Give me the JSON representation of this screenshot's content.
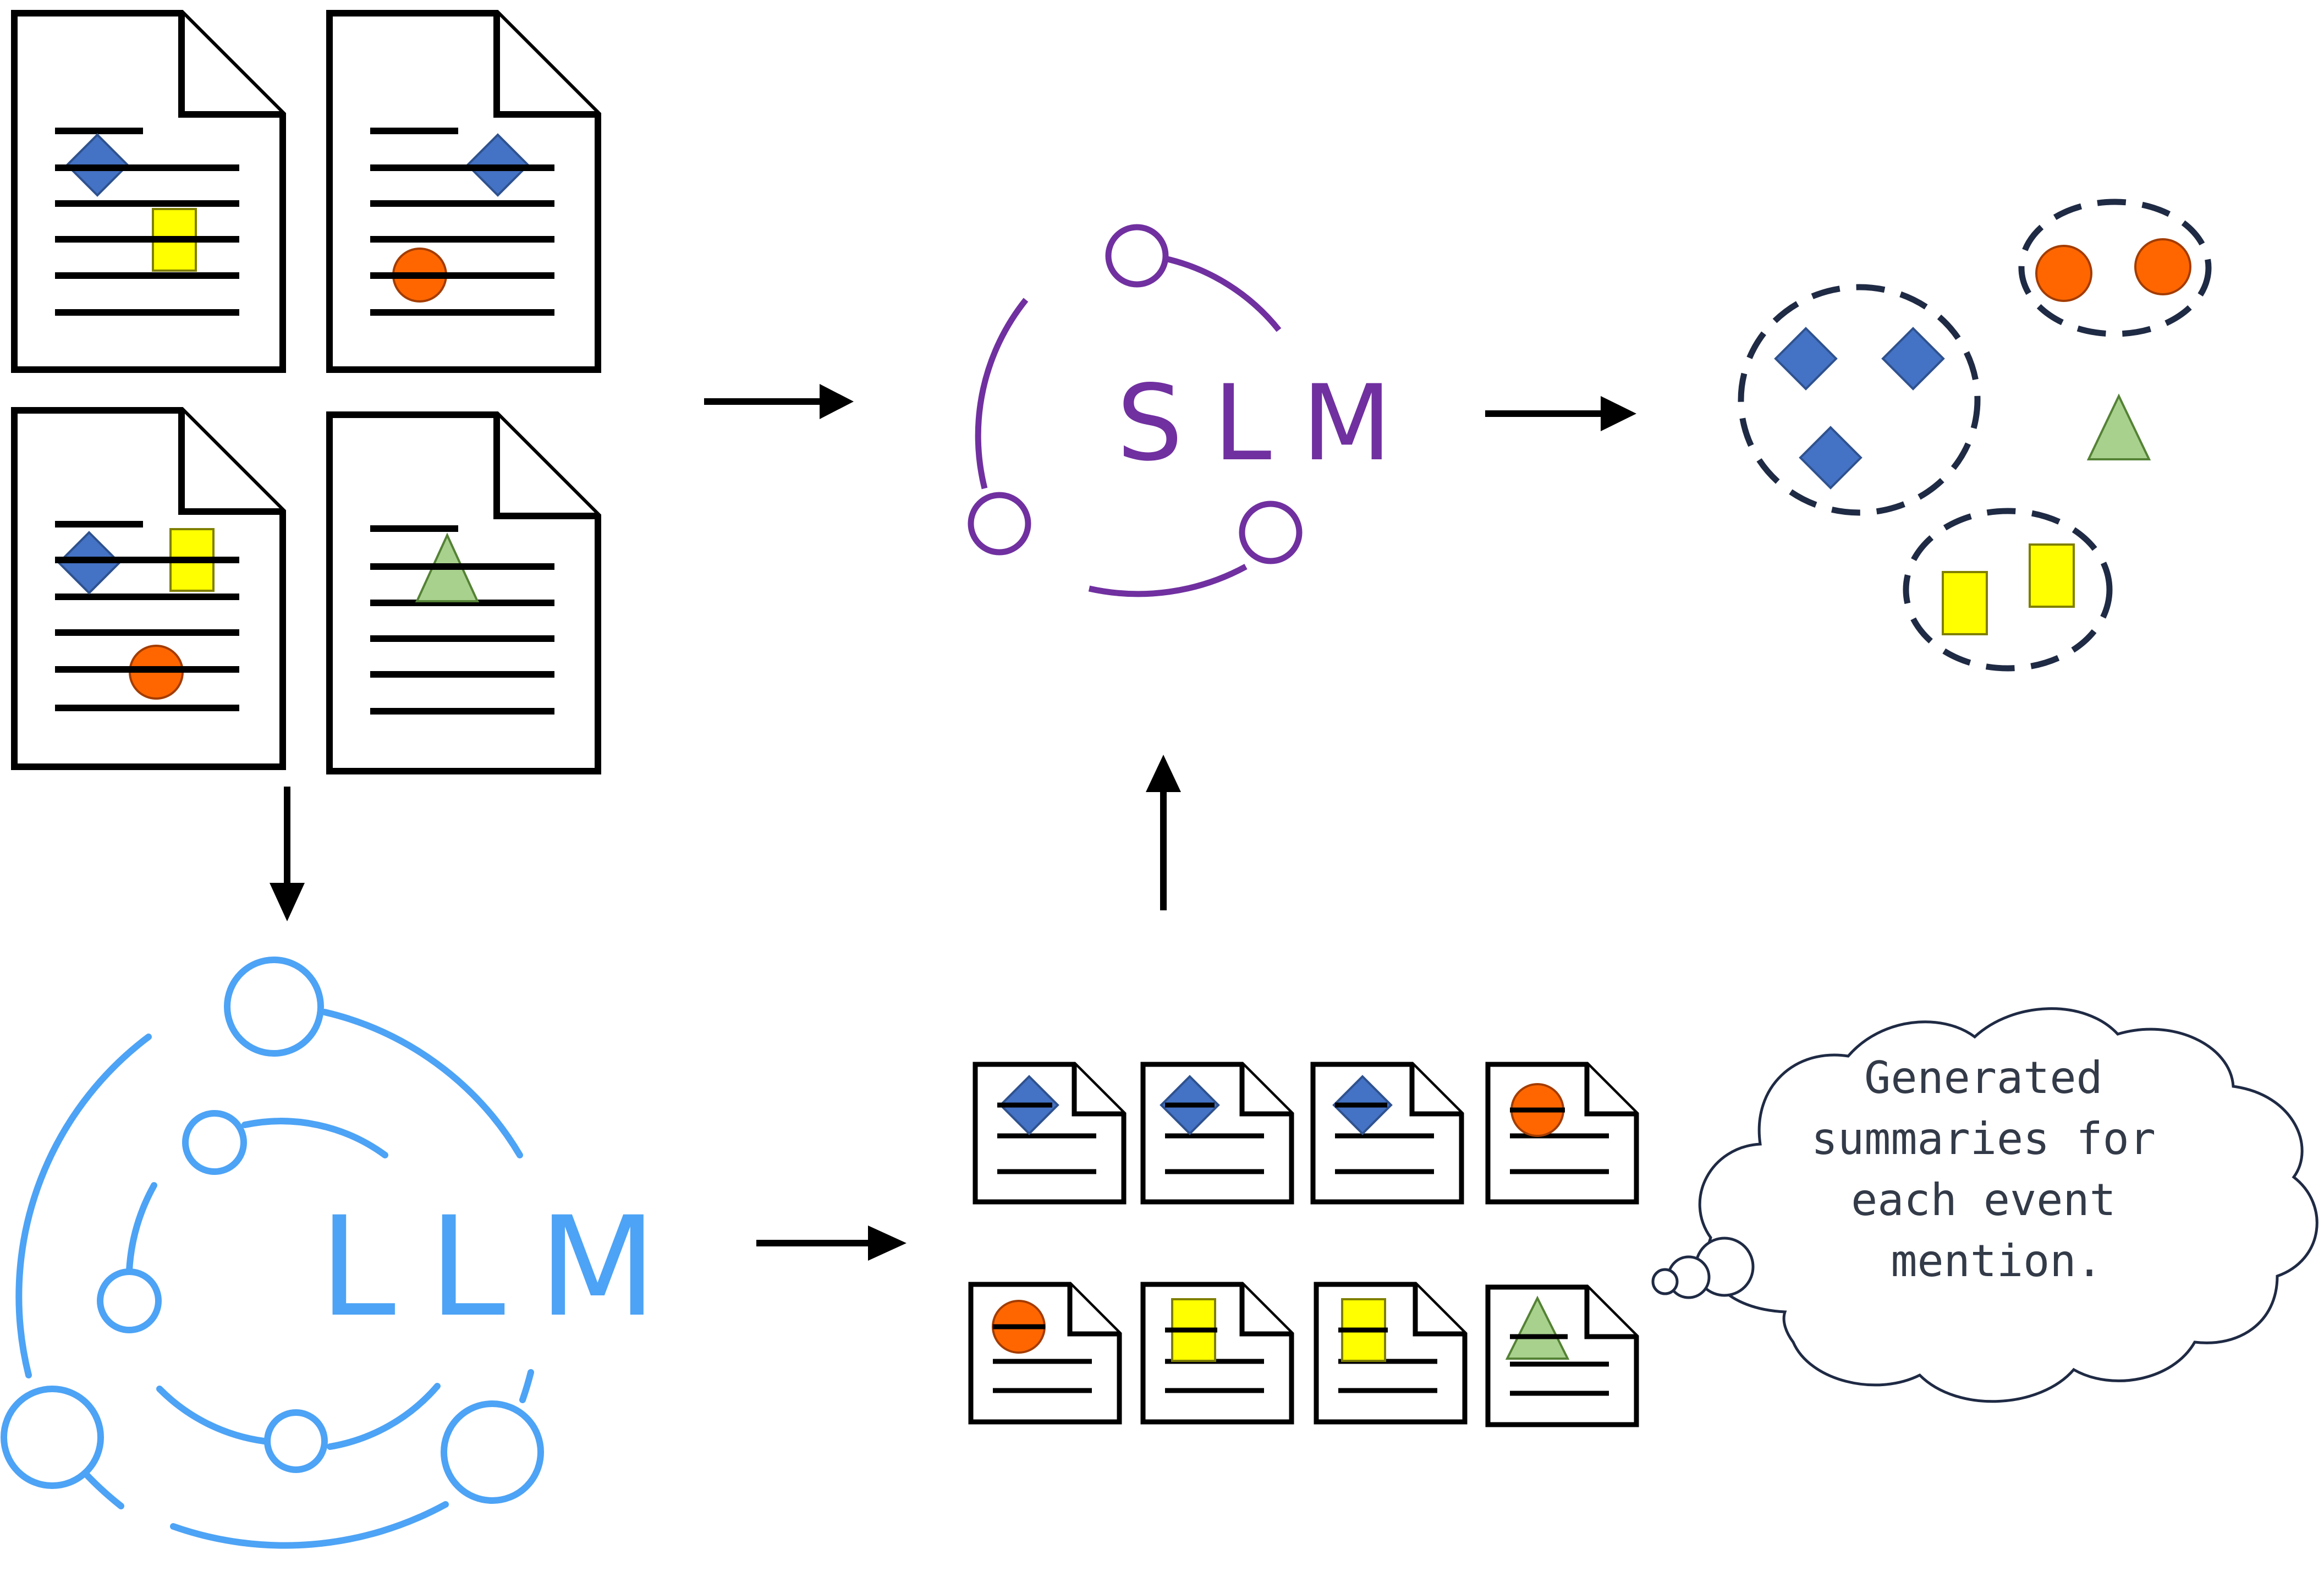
{
  "llm": {
    "label": "LLM"
  },
  "slm": {
    "label": "SLM"
  },
  "cloud": {
    "lines": [
      "Generated",
      "summaries for",
      "each event",
      "mention."
    ]
  },
  "colors": {
    "llm": "#4DA3F5",
    "slm": "#7030A0",
    "diamond": "#4472C4",
    "rectangle": "#FFFF00",
    "circle": "#FF6600",
    "triangle": "#A9D18E",
    "cluster_outline": "#1F2A44"
  },
  "icons": {
    "document": "document-icon",
    "diamond": "diamond-icon",
    "rectangle": "rectangle-icon",
    "circle": "circle-icon",
    "triangle": "triangle-icon",
    "arrow": "arrow-icon"
  }
}
